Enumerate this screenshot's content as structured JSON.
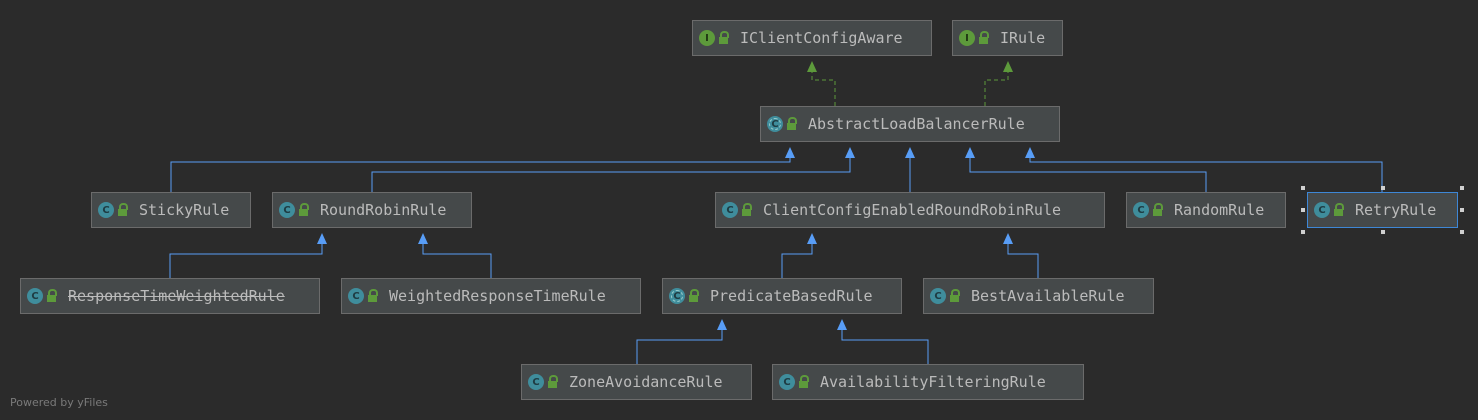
{
  "nodes": [
    {
      "id": "iclientconfigaware",
      "label": "IClientConfigAware",
      "kind": "interface"
    },
    {
      "id": "irule",
      "label": "IRule",
      "kind": "interface"
    },
    {
      "id": "abstractloadbalancerrule",
      "label": "AbstractLoadBalancerRule",
      "kind": "abstract"
    },
    {
      "id": "stickyrule",
      "label": "StickyRule",
      "kind": "class"
    },
    {
      "id": "roundrobinrule",
      "label": "RoundRobinRule",
      "kind": "class"
    },
    {
      "id": "clientconfigenabledroundrobinrule",
      "label": "ClientConfigEnabledRoundRobinRule",
      "kind": "class"
    },
    {
      "id": "randomrule",
      "label": "RandomRule",
      "kind": "class"
    },
    {
      "id": "retryrule",
      "label": "RetryRule",
      "kind": "class",
      "selected": true
    },
    {
      "id": "responsetimeweightedrule",
      "label": "ResponseTimeWeightedRule",
      "kind": "class",
      "deprecated": true
    },
    {
      "id": "weightedresponsetimerule",
      "label": "WeightedResponseTimeRule",
      "kind": "class"
    },
    {
      "id": "predicatebasedrule",
      "label": "PredicateBasedRule",
      "kind": "abstract"
    },
    {
      "id": "bestavailablerule",
      "label": "BestAvailableRule",
      "kind": "class"
    },
    {
      "id": "zoneavoidancerule",
      "label": "ZoneAvoidanceRule",
      "kind": "class"
    },
    {
      "id": "availabilityfilteringrule",
      "label": "AvailabilityFilteringRule",
      "kind": "class"
    }
  ],
  "edges": [
    {
      "from": "abstractloadbalancerrule",
      "to": "iclientconfigaware",
      "type": "implements"
    },
    {
      "from": "abstractloadbalancerrule",
      "to": "irule",
      "type": "implements"
    },
    {
      "from": "stickyrule",
      "to": "abstractloadbalancerrule",
      "type": "extends"
    },
    {
      "from": "roundrobinrule",
      "to": "abstractloadbalancerrule",
      "type": "extends"
    },
    {
      "from": "clientconfigenabledroundrobinrule",
      "to": "abstractloadbalancerrule",
      "type": "extends"
    },
    {
      "from": "randomrule",
      "to": "abstractloadbalancerrule",
      "type": "extends"
    },
    {
      "from": "retryrule",
      "to": "abstractloadbalancerrule",
      "type": "extends"
    },
    {
      "from": "responsetimeweightedrule",
      "to": "roundrobinrule",
      "type": "extends"
    },
    {
      "from": "weightedresponsetimerule",
      "to": "roundrobinrule",
      "type": "extends"
    },
    {
      "from": "predicatebasedrule",
      "to": "clientconfigenabledroundrobinrule",
      "type": "extends"
    },
    {
      "from": "bestavailablerule",
      "to": "clientconfigenabledroundrobinrule",
      "type": "extends"
    },
    {
      "from": "zoneavoidancerule",
      "to": "predicatebasedrule",
      "type": "extends"
    },
    {
      "from": "availabilityfilteringrule",
      "to": "predicatebasedrule",
      "type": "extends"
    }
  ],
  "badges": {
    "class": "C",
    "abstract": "C",
    "interface": "I"
  },
  "colors": {
    "background": "#2b2b2b",
    "node_fill": "#45494a",
    "class_badge": "#3f8d9c",
    "interface_badge": "#5d9a3b",
    "extends_edge": "#589df6",
    "implements_edge": "#5d9a3b",
    "selection": "#3e87d6"
  },
  "footer": "Powered by yFiles"
}
